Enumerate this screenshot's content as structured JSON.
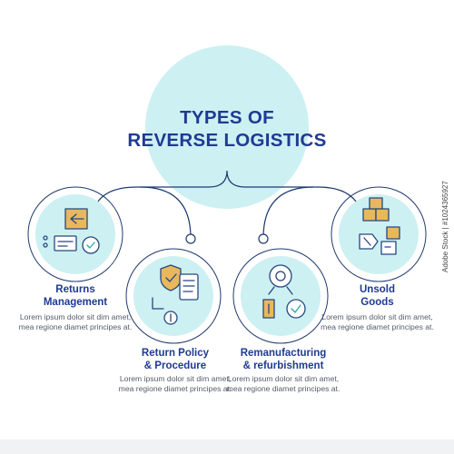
{
  "header": {
    "title_line1": "TYPES OF",
    "title_line2": "REVERSE LOGISTICS"
  },
  "items": [
    {
      "title_line1": "Returns",
      "title_line2": "Management",
      "description": "Lorem ipsum dolor sit dim amet, mea regione diamet principes at."
    },
    {
      "title_line1": "Return Policy",
      "title_line2": "& Procedure",
      "description": "Lorem ipsum dolor sit dim amet, mea regione diamet principes at."
    },
    {
      "title_line1": "Remanufacturing",
      "title_line2": "& refurbishment",
      "description": "Lorem ipsum dolor sit dim amet, mea regione diamet principes at."
    },
    {
      "title_line1": "Unsold",
      "title_line2": "Goods",
      "description": "Lorem ipsum dolor sit dim amet, mea regione diamet principes at."
    }
  ],
  "watermark": {
    "text": "Adobe Stock | #1024365927"
  },
  "colors": {
    "circle_fill": "#cdf0f2",
    "line": "#1f3a6e",
    "title": "#1f3a93",
    "icon_accent": "#e9b85c",
    "icon_stroke": "#27477f",
    "icon_teal": "#2aa7a7"
  },
  "icons": [
    "box-return-icon",
    "shield-check-icon",
    "wrench-gear-icon",
    "boxes-tag-icon"
  ]
}
